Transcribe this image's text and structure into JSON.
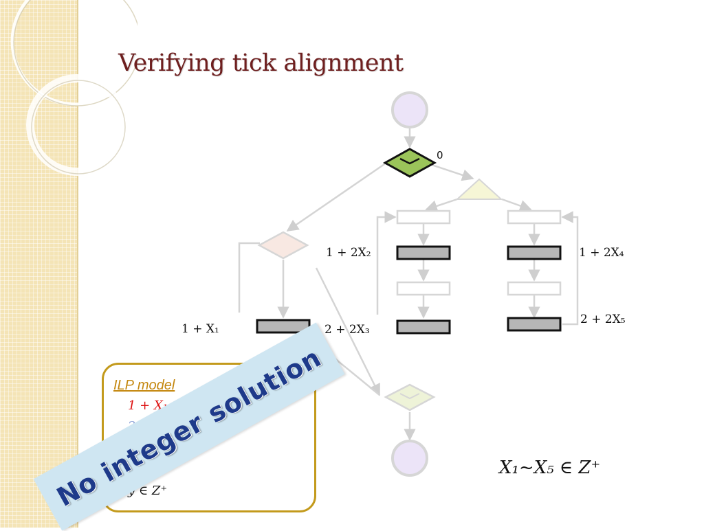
{
  "slide": {
    "title": "Verifying tick alignment"
  },
  "diagram": {
    "fork_label": "0",
    "labels": {
      "x1": "1 + X₁",
      "x2": "1 + 2X₂",
      "x3": "2 + 2X₃",
      "x4": "1 + 2X₄",
      "x5": "2 + 2X₅"
    }
  },
  "ilp_model": {
    "title": "ILP model",
    "line1": "1 + X₁",
    "line2": "2",
    "line3": "= y",
    "line4": "y ∈  Z⁺"
  },
  "domain_formula": "X₁~X₅  ∈  Z⁺",
  "banner": {
    "text": "No integer solution"
  },
  "colors": {
    "title": "#6e1f1f",
    "fork_fill": "#9bc45a",
    "ilp_border": "#c39a1c",
    "ilp_title": "#c4870e",
    "banner_bg": "#cfe6f2",
    "banner_text": "#1e3a8a",
    "highlight_red": "#dd1010"
  }
}
